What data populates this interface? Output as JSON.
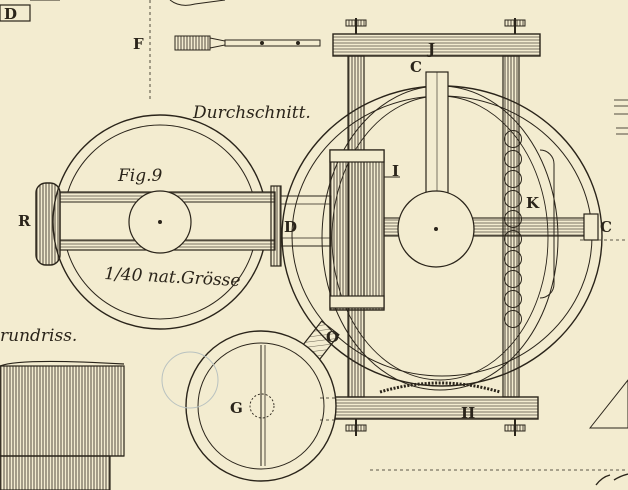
{
  "colors": {
    "paper": "#f3ecd0",
    "ink": "#2a241a"
  },
  "labels": {
    "D_top": "D",
    "F": "F",
    "J": "J",
    "C_top": "C",
    "durchschnitt": "Durchschnitt.",
    "I": "I",
    "fig9": "Fig.9",
    "R": "R",
    "D": "D",
    "K": "K",
    "C_right": "C",
    "scale": "1/40 nat.Grösse",
    "grundriss": "rundriss.",
    "O": "O",
    "G": "G",
    "H": "H"
  }
}
